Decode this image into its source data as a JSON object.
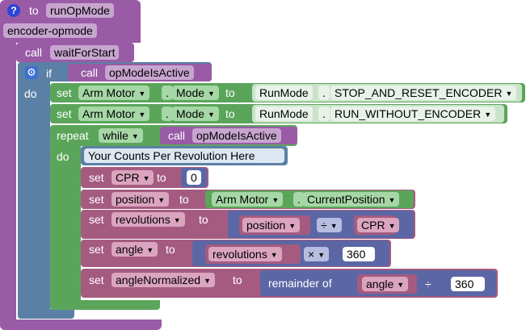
{
  "proc_header": {
    "to_label": "to",
    "name": "runOpMode"
  },
  "opmode_name": "encoder-opmode",
  "wait_block": {
    "call_label": "call",
    "name": "waitForStart"
  },
  "if_block": {
    "if_label": "if",
    "do_label": "do",
    "cond_call_label": "call",
    "cond_name": "opModeIsActive"
  },
  "set_mode_1": {
    "set_label": "set",
    "device": "Arm Motor",
    "dot": ".",
    "property": "Mode",
    "to_label": "to",
    "enum_type": "RunMode",
    "enum_dot": ".",
    "enum_value": "STOP_AND_RESET_ENCODER"
  },
  "set_mode_2": {
    "set_label": "set",
    "device": "Arm Motor",
    "dot": ".",
    "property": "Mode",
    "to_label": "to",
    "enum_type": "RunMode",
    "enum_dot": ".",
    "enum_value": "RUN_WITHOUT_ENCODER"
  },
  "repeat_block": {
    "repeat_label": "repeat",
    "mode": "while",
    "do_label": "do",
    "cond_call_label": "call",
    "cond_name": "opModeIsActive"
  },
  "comment_text": "Your Counts Per Revolution Here",
  "set_cpr": {
    "set_label": "set",
    "var": "CPR",
    "to_label": "to",
    "value": "0"
  },
  "set_position": {
    "set_label": "set",
    "var": "position",
    "to_label": "to",
    "device": "Arm Motor",
    "dot": ".",
    "property": "CurrentPosition"
  },
  "set_revolutions": {
    "set_label": "set",
    "var": "revolutions",
    "to_label": "to",
    "left": "position",
    "op": "÷",
    "right": "CPR"
  },
  "set_angle": {
    "set_label": "set",
    "var": "angle",
    "to_label": "to",
    "left": "revolutions",
    "op": "×",
    "right": "360"
  },
  "set_angle_norm": {
    "set_label": "set",
    "var": "angleNormalized",
    "to_label": "to",
    "func_label": "remainder of",
    "left": "angle",
    "op": "÷",
    "right": "360"
  },
  "colors": {
    "procedure": "#995ba6",
    "control": "#5b80a5",
    "motor": "#5ba55b",
    "variable": "#a55b80",
    "math": "#5b67a5",
    "call": "#995ba6",
    "field_white": "#e8e8e8"
  },
  "icons": {
    "help": "help-icon",
    "gear": "gear-icon",
    "dropdown": "dropdown-arrow-icon"
  }
}
